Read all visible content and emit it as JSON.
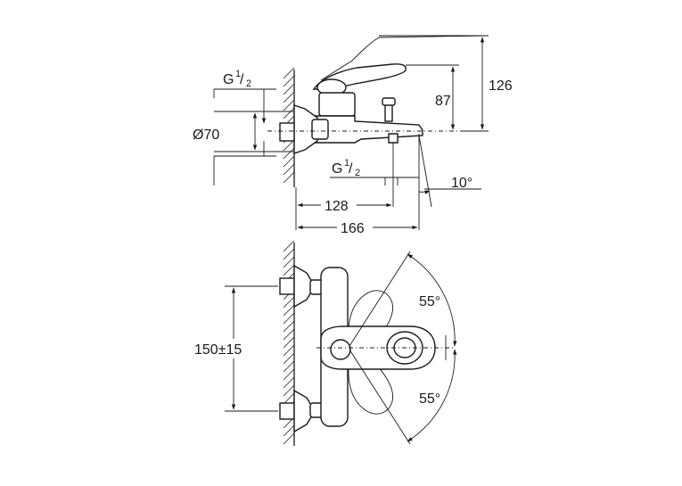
{
  "side_view": {
    "dims": {
      "height_total": "126",
      "height_spout": "87",
      "thread_top": {
        "base": "G",
        "num": "1",
        "den": "2"
      },
      "diameter": "Ø70",
      "thread_bottom": {
        "base": "G",
        "num": "1",
        "den": "2"
      },
      "angle": "10°",
      "depth_outlet": "128",
      "depth_total": "166"
    }
  },
  "front_view": {
    "dims": {
      "center_distance": "150±15",
      "angle_up": "55°",
      "angle_down": "55°"
    }
  }
}
